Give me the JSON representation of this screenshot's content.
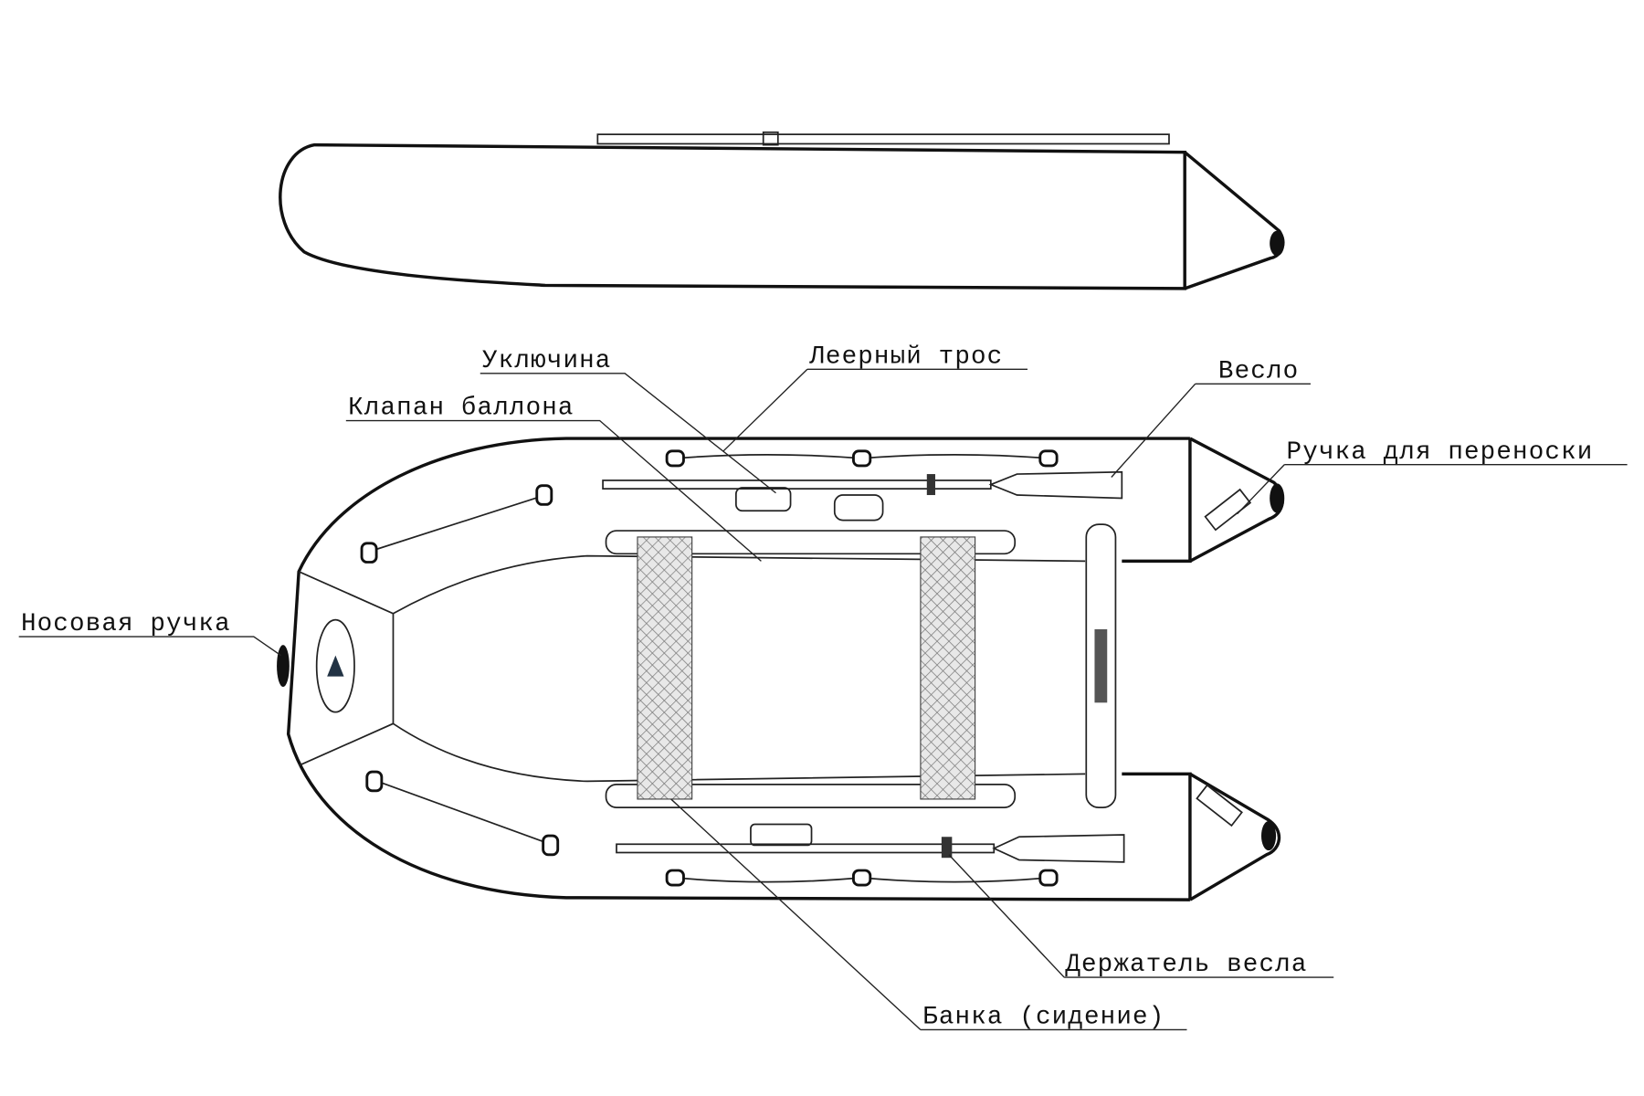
{
  "labels": {
    "oarlock": "Уключина",
    "lifeline": "Леерный трос",
    "valve": "Клапан баллона",
    "oar": "Весло",
    "carry_handle": "Ручка для переноски",
    "bow_handle": "Носовая ручка",
    "oar_holder": "Держатель весла",
    "seat": "Банка (сидение)"
  }
}
